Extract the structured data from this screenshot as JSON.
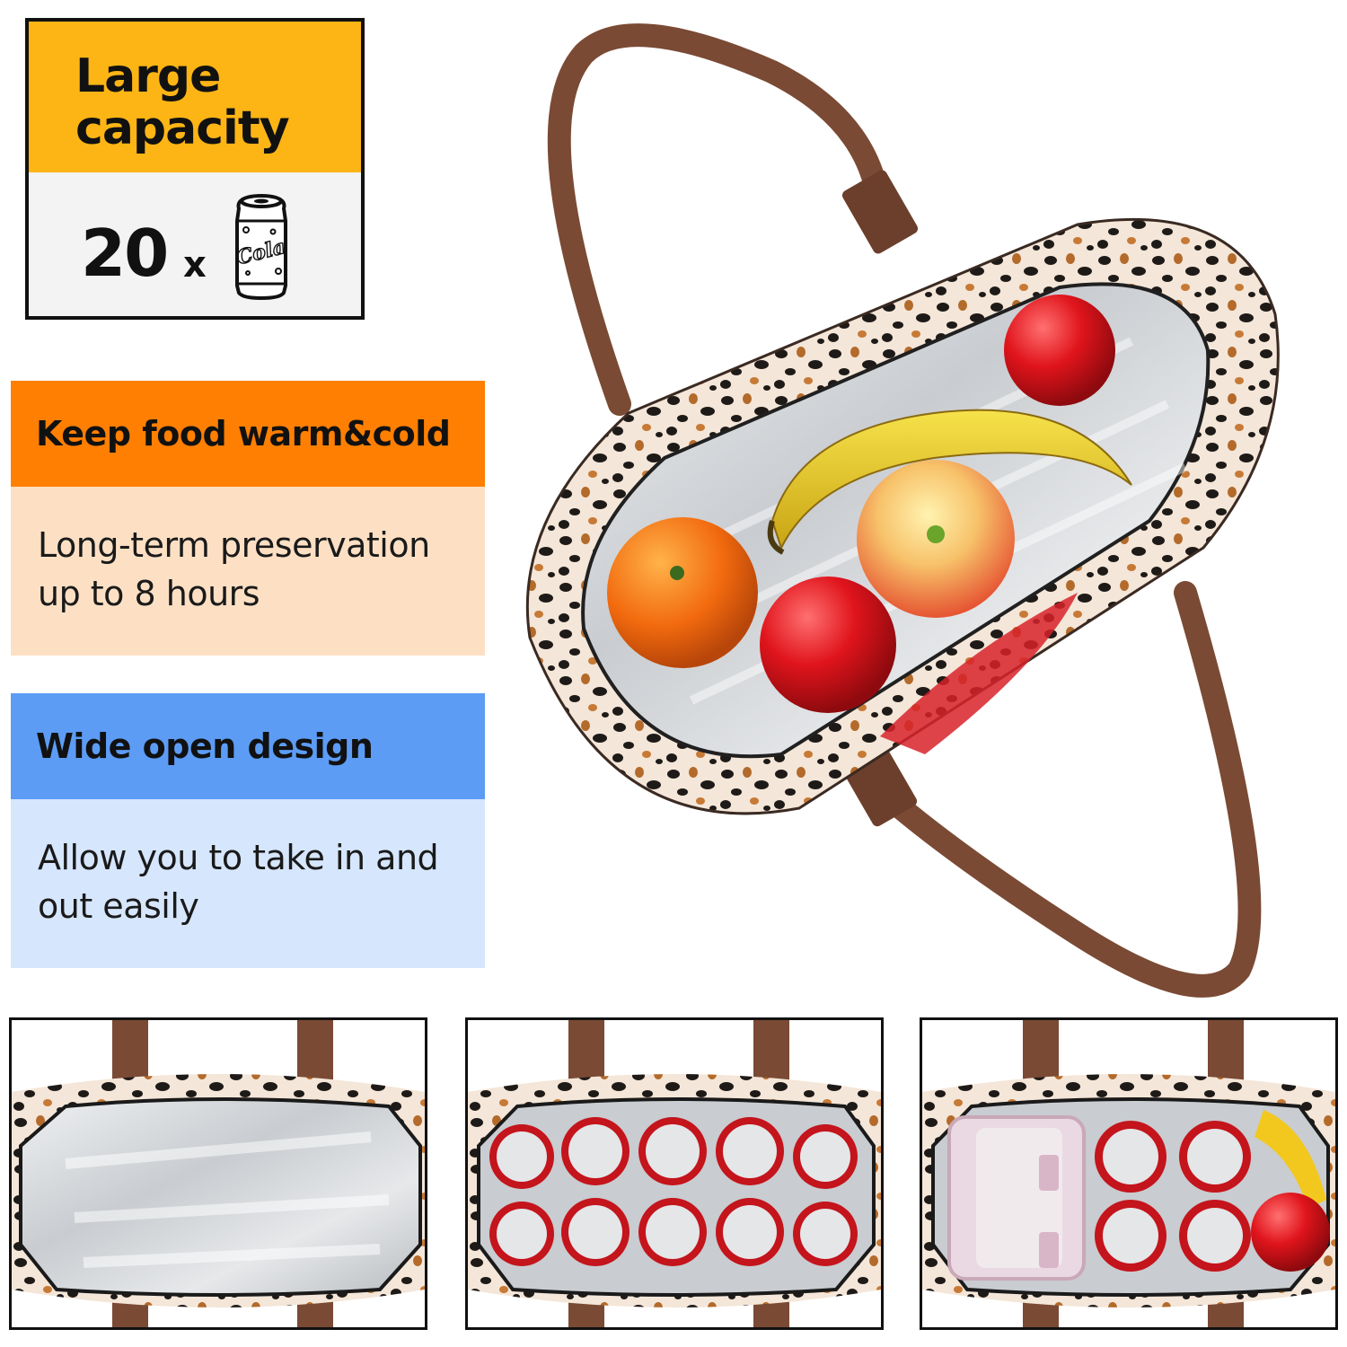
{
  "capacity": {
    "title_line1": "Large",
    "title_line2": "capacity",
    "count": "20",
    "multiplier": "x",
    "can_icon": "soda-can-icon",
    "can_logo": "Cola",
    "header_color": "#fdb515"
  },
  "features": {
    "warm": {
      "heading": "Keep food warm&cold",
      "line1": "Long-term preservation",
      "line2": "up to 8 hours",
      "heading_color": "#ff7f02",
      "body_color": "#fde0c4"
    },
    "open": {
      "heading": "Wide open design",
      "line1": "Allow you to take in and",
      "line2": "out easily",
      "heading_color": "#5c9cf5",
      "body_color": "#d6e6fd"
    }
  },
  "photos": {
    "hero": "lunch-bag-with-fruit-photo",
    "thumbs": [
      "empty-lunch-bag-photo",
      "lunch-bag-with-cans-photo",
      "lunch-bag-with-container-and-cans-photo"
    ]
  },
  "colors": {
    "strap": "#7a4a34",
    "lining": "#d9dbde",
    "leopard_base": "#f4e6d8"
  }
}
